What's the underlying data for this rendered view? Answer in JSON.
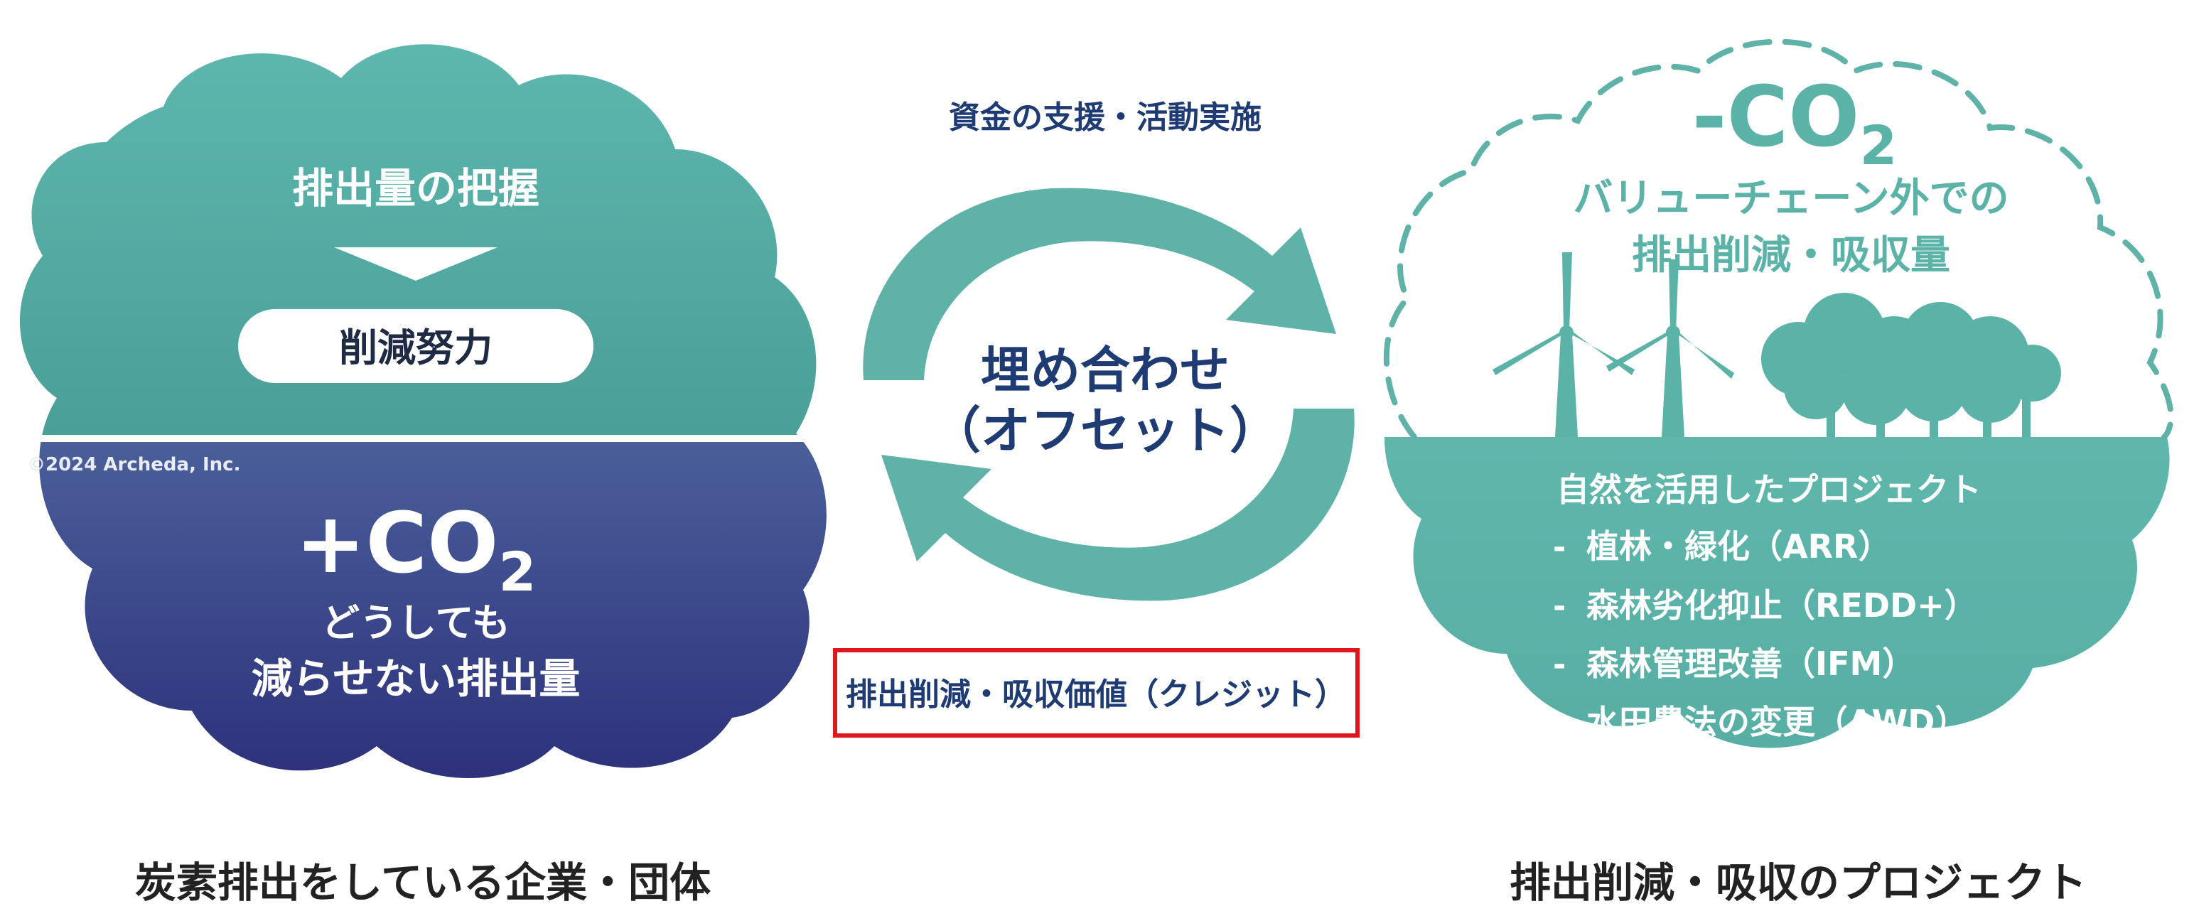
{
  "colors": {
    "teal_light": "#5bb8ad",
    "teal_mid": "#4aa39a",
    "teal_dark": "#3c8f88",
    "navy_top": "#4a5f9a",
    "navy_bottom": "#2b2f7a",
    "arrow_teal": "#5fb2a7",
    "text_navy": "#1f3b73",
    "highlight_red": "#e0161d",
    "white": "#ffffff",
    "caption_dark": "#222222"
  },
  "left_cloud": {
    "step1": "排出量の把握",
    "step2": "削減努力",
    "copyright": "©2024 Archeda, Inc.",
    "big_label_main": "+CO",
    "big_label_sub": "2",
    "desc_line1": "どうしても",
    "desc_line2": "減らせない排出量",
    "caption": "炭素排出をしている企業・団体"
  },
  "center": {
    "top_label": "資金の支援・活動実施",
    "cycle_line1": "埋め合わせ",
    "cycle_line2": "（オフセット）",
    "bottom_label": "排出削減・吸収価値（クレジット）"
  },
  "right_cloud": {
    "big_label_main": "-CO",
    "big_label_sub": "2",
    "desc_line1": "バリューチェーン外での",
    "desc_line2": "排出削減・吸収量",
    "list_title": "自然を活用したプロジェクト",
    "items": [
      "植林・緑化（ARR）",
      "森林劣化抑止（REDD+）",
      "森林管理改善（IFM）",
      "水田農法の変更（AWD）"
    ],
    "bullet": "-",
    "caption": "排出削減・吸収のプロジェクト"
  },
  "icons": {
    "wind_turbine": "wind-turbine-icon",
    "trees": "tree-cluster-icon",
    "cycle_arrows": "cycle-arrows-icon",
    "down_triangle": "down-arrow-icon"
  }
}
